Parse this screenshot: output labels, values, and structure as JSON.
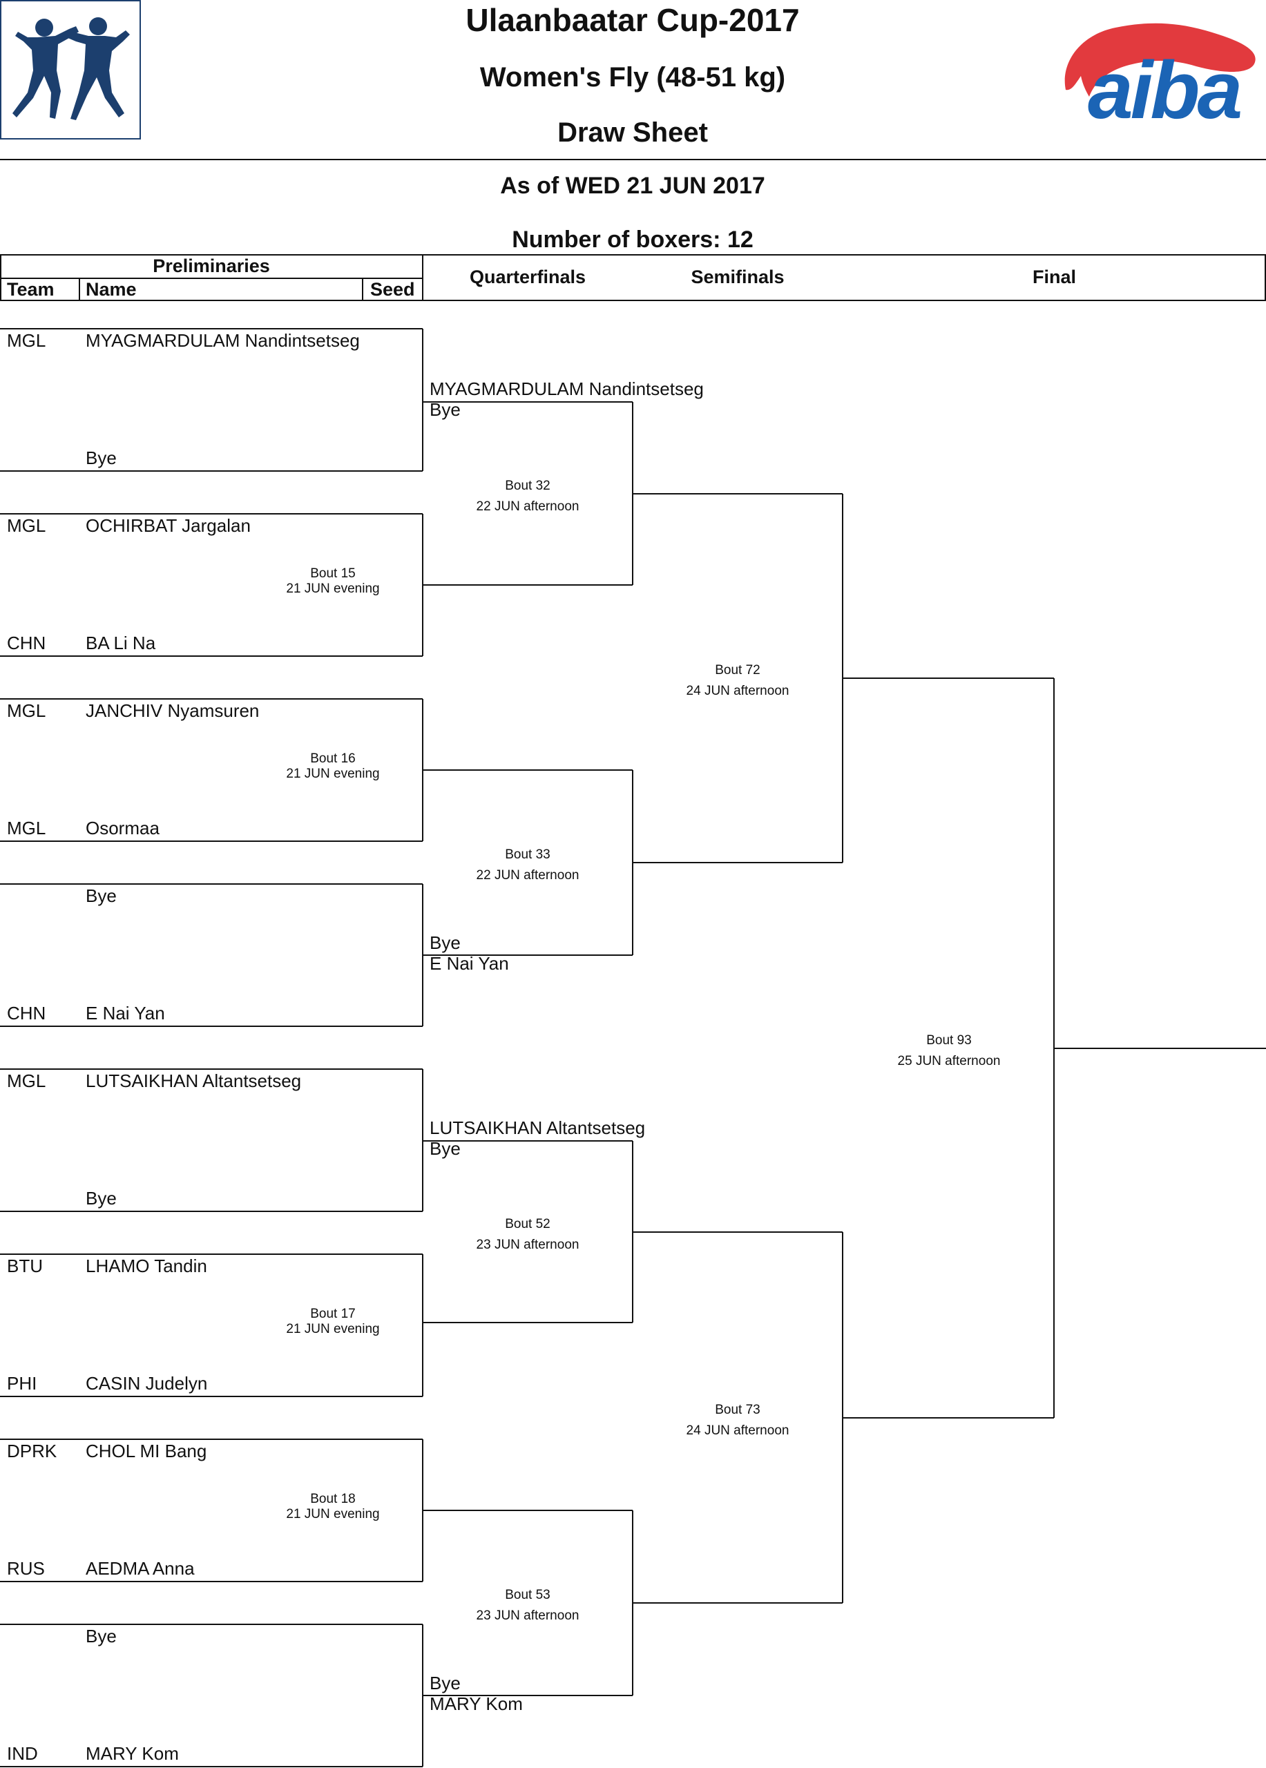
{
  "header": {
    "title": "Ulaanbaatar Cup-2017",
    "subtitle": "Women's Fly (48-51 kg)",
    "sheet": "Draw Sheet",
    "as_of": "As of WED 21 JUN 2017",
    "boxer_count": "Number of boxers: 12"
  },
  "logo_right": {
    "text": "aiba",
    "color_text": "#1b64b5",
    "color_glove": "#e23a3e"
  },
  "logo_left": {
    "icon": "boxers-icon",
    "color": "#1c3f6e"
  },
  "columns": {
    "preliminaries": "Preliminaries",
    "team": "Team",
    "name": "Name",
    "seed": "Seed",
    "quarterfinals": "Quarterfinals",
    "semifinals": "Semifinals",
    "final": "Final"
  },
  "entries": [
    {
      "team": "MGL",
      "name": "MYAGMARDULAM Nandintsetseg"
    },
    {
      "team": "",
      "name": "Bye"
    },
    {
      "team": "MGL",
      "name": "OCHIRBAT Jargalan"
    },
    {
      "team": "CHN",
      "name": "BA Li Na"
    },
    {
      "team": "MGL",
      "name": "JANCHIV Nyamsuren"
    },
    {
      "team": "MGL",
      "name": "Osormaa"
    },
    {
      "team": "",
      "name": "Bye"
    },
    {
      "team": "CHN",
      "name": "E Nai Yan"
    },
    {
      "team": "MGL",
      "name": "LUTSAIKHAN Altantsetseg"
    },
    {
      "team": "",
      "name": "Bye"
    },
    {
      "team": "BTU",
      "name": "LHAMO Tandin"
    },
    {
      "team": "PHI",
      "name": "CASIN Judelyn"
    },
    {
      "team": "DPRK",
      "name": "CHOL MI Bang"
    },
    {
      "team": "RUS",
      "name": "AEDMA Anna"
    },
    {
      "team": "",
      "name": "Bye"
    },
    {
      "team": "IND",
      "name": "MARY Kom"
    }
  ],
  "prelim_bouts": [
    {
      "bout": "",
      "time": ""
    },
    {
      "bout": "Bout 15",
      "time": "21 JUN evening"
    },
    {
      "bout": "Bout 16",
      "time": "21 JUN evening"
    },
    {
      "bout": "",
      "time": ""
    },
    {
      "bout": "",
      "time": ""
    },
    {
      "bout": "Bout 17",
      "time": "21 JUN evening"
    },
    {
      "bout": "Bout 18",
      "time": "21 JUN evening"
    },
    {
      "bout": "",
      "time": ""
    }
  ],
  "quarterfinal_names": [
    "MYAGMARDULAM Nandintsetseg",
    "Bye",
    "",
    "",
    "",
    "",
    "Bye",
    "E Nai Yan",
    "LUTSAIKHAN Altantsetseg",
    "Bye",
    "",
    "",
    "",
    "",
    "Bye",
    "MARY Kom"
  ],
  "quarterfinal_bouts": [
    {
      "bout": "Bout 32",
      "time": "22 JUN afternoon"
    },
    {
      "bout": "Bout 33",
      "time": "22 JUN afternoon"
    },
    {
      "bout": "Bout 52",
      "time": "23 JUN afternoon"
    },
    {
      "bout": "Bout 53",
      "time": "23 JUN afternoon"
    }
  ],
  "semifinal_bouts": [
    {
      "bout": "Bout 72",
      "time": "24 JUN afternoon"
    },
    {
      "bout": "Bout 73",
      "time": "24 JUN afternoon"
    }
  ],
  "final_bout": {
    "bout": "Bout 93",
    "time": "25 JUN afternoon"
  }
}
